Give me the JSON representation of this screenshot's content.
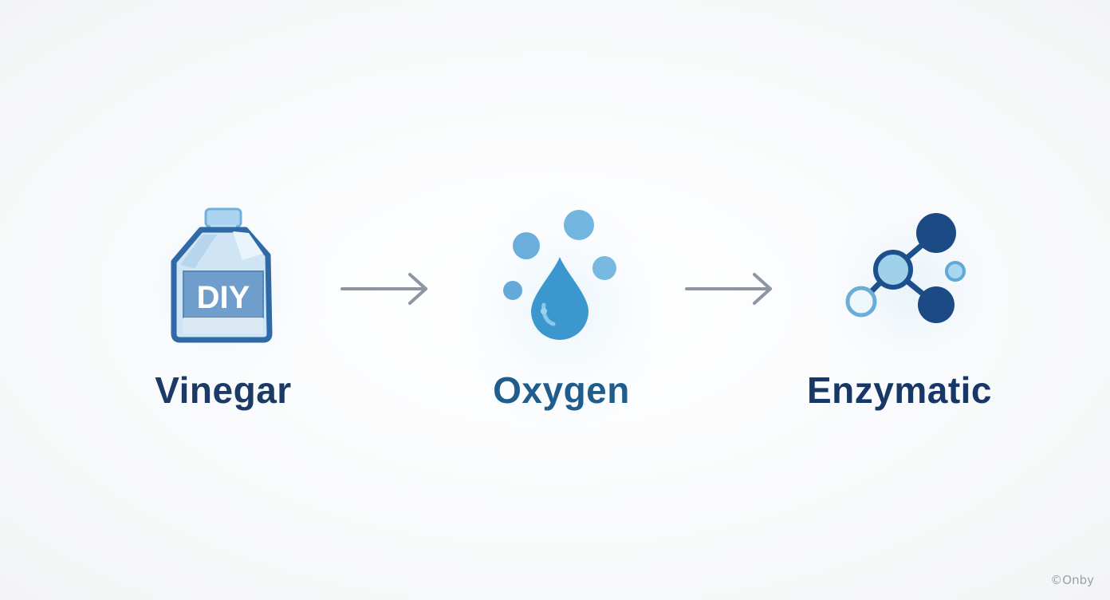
{
  "stages": [
    {
      "name": "Vinegar",
      "icon": "diy-bottle-icon",
      "icon_text": "DIY",
      "label_color": "#1c3a66"
    },
    {
      "name": "Oxygen",
      "icon": "oxygen-bubbles-icon",
      "label_color": "#1f5e8c"
    },
    {
      "name": "Enzymatic",
      "icon": "molecule-icon",
      "label_color": "#173766"
    }
  ],
  "connectors": [
    "arrow-right-icon",
    "arrow-right-icon"
  ],
  "colors": {
    "dark_blue": "#1a4a85",
    "mid_blue": "#3a8fca",
    "light_blue": "#9fd1e8",
    "arrow_gray": "#8c96a3"
  },
  "watermark": "©Onby"
}
